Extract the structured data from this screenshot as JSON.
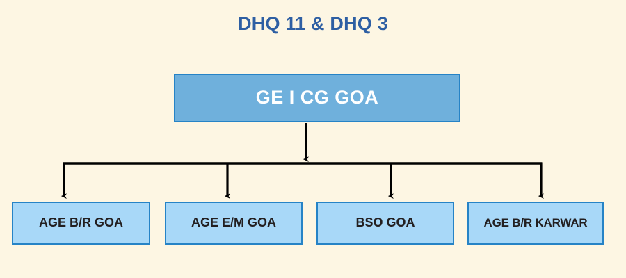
{
  "diagram": {
    "title": "DHQ 11 & DHQ 3",
    "type": "organization-chart",
    "background_color": "#FDF6E3",
    "title_color": "#2E5FA3",
    "connector_color": "#000000",
    "root": {
      "label": "GE I CG GOA",
      "fill_color": "#6FB0DC",
      "border_color": "#2683C6",
      "text_color": "#FFFFFF"
    },
    "children": [
      {
        "label": "AGE B/R GOA",
        "fill_color": "#A8D8F8",
        "border_color": "#2683C6",
        "text_color": "#231F20"
      },
      {
        "label": "AGE E/M GOA",
        "fill_color": "#A8D8F8",
        "border_color": "#2683C6",
        "text_color": "#231F20"
      },
      {
        "label": "BSO GOA",
        "fill_color": "#A8D8F8",
        "border_color": "#2683C6",
        "text_color": "#231F20"
      },
      {
        "label": "AGE B/R KARWAR",
        "fill_color": "#A8D8F8",
        "border_color": "#2683C6",
        "text_color": "#231F20"
      }
    ]
  }
}
